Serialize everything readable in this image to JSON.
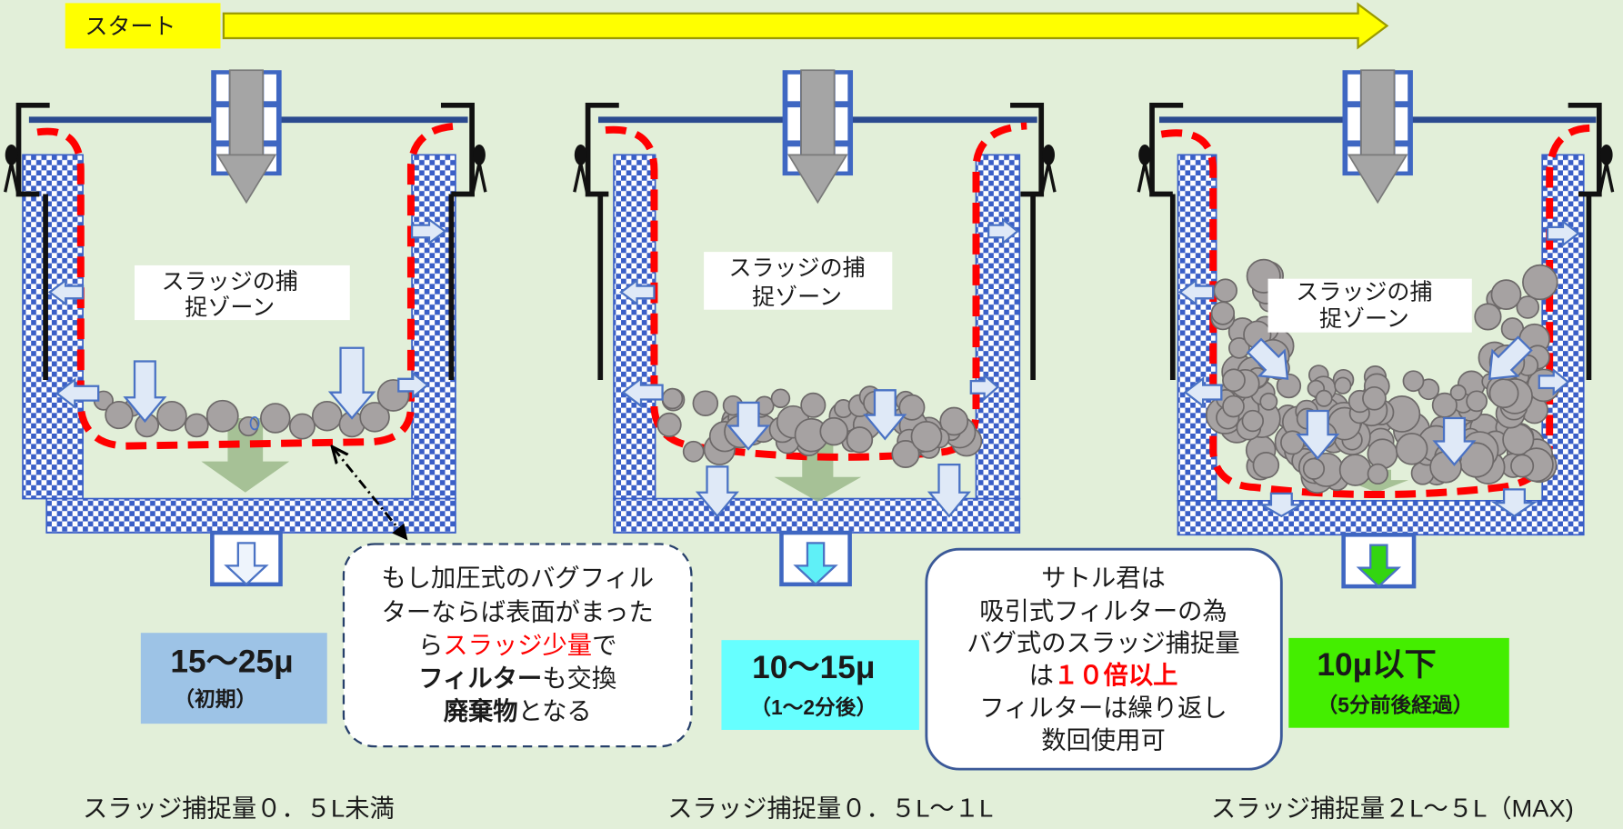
{
  "start": {
    "label": "スタート"
  },
  "stages": [
    {
      "zone_label": [
        "スラッジの捕",
        "捉ゾーン"
      ],
      "particle_size": "15〜25μ",
      "timing": "（初期）",
      "capture_amount": "スラッジ捕捉量０．５L未満",
      "box_color": "#9dc3e6",
      "outlet_arrow_color": "#eef4fc"
    },
    {
      "zone_label": [
        "スラッジの捕",
        "捉ゾーン"
      ],
      "particle_size": "10〜15μ",
      "timing": "（1〜2分後）",
      "capture_amount": "スラッジ捕捉量０．５L〜１L",
      "box_color": "#66ffff",
      "outlet_arrow_color": "#5ff0f7"
    },
    {
      "zone_label": [
        "スラッジの捕",
        "捉ゾーン"
      ],
      "particle_size": "10μ以下",
      "timing": "（5分前後経過）",
      "capture_amount": "スラッジ捕捉量２L〜５L（MAX)",
      "box_color": "#44ee00",
      "outlet_arrow_color": "#33d511"
    }
  ],
  "pressure_filter_note": {
    "line1": "もし加圧式のバグフィル",
    "line2": "ターならば表面がまった",
    "line3": {
      "pre": "ら",
      "highlight": "スラッジ少量",
      "post": "で"
    },
    "line4": {
      "bold": "フィルター",
      "post": "も交換"
    },
    "line5": {
      "bold": "廃棄物",
      "post": "となる"
    }
  },
  "satoru_note": {
    "line1": "サトル君は",
    "line2": "吸引式フィルターの為",
    "line3": "バグ式のスラッジ捕捉量",
    "line4": {
      "pre": "は",
      "highlight": "１０倍以上"
    },
    "line5": "フィルターは繰り返し",
    "line6": "数回使用可"
  },
  "colors": {
    "background": "#e2efd9",
    "start_banner": "#ffff00",
    "filter_wall": "#3a5fc7",
    "filter_bag_line": "#ff0000",
    "highlight_text": "#ff0000",
    "sludge": "#a6a2a2",
    "flow_arrow": "#dfe9f7",
    "piston_arrow": "#a5a5a5"
  }
}
